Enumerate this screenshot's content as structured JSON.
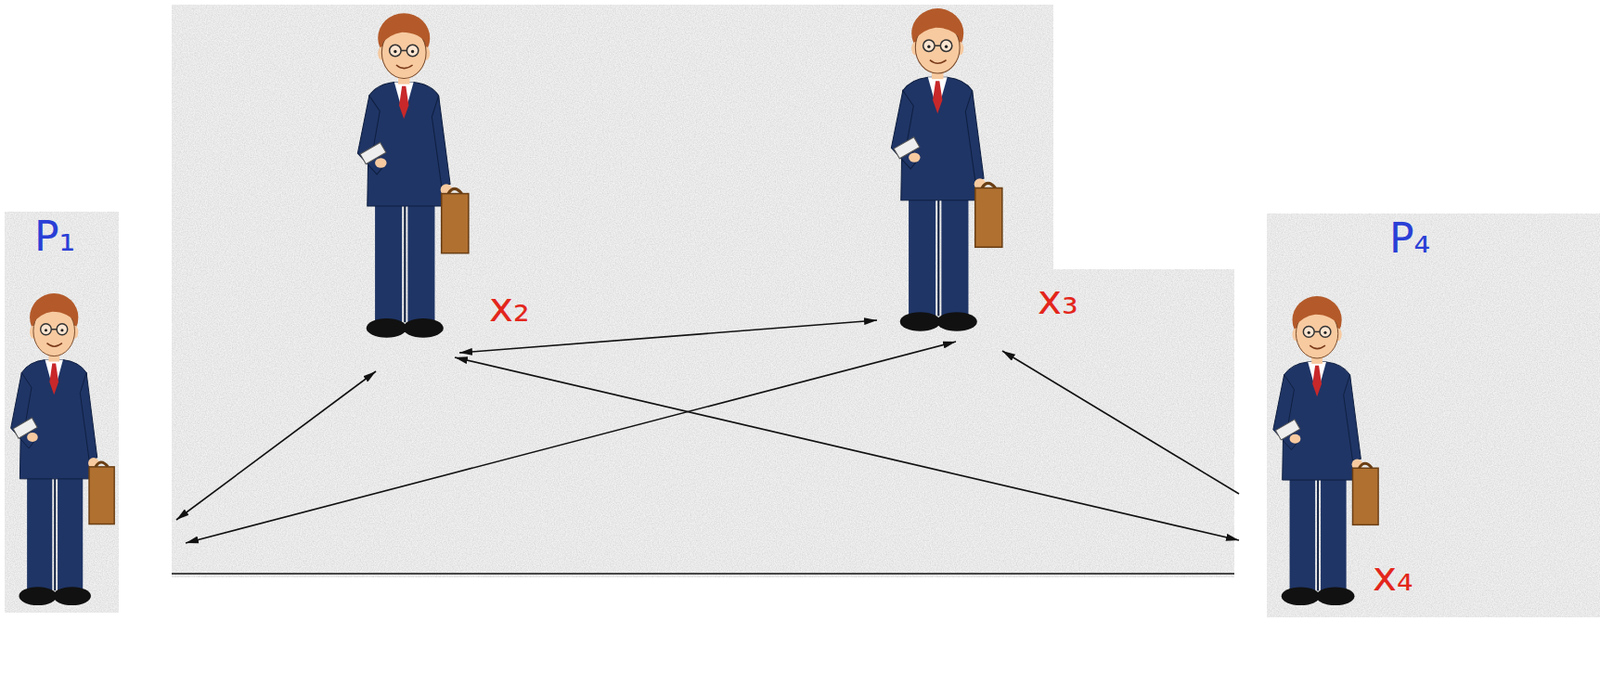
{
  "diagram": {
    "nodes": [
      {
        "text": [
          "P₁"
        ]
      },
      {
        "text": [
          "x₂"
        ]
      },
      {
        "text": [
          "x₃"
        ]
      },
      {
        "text": [
          "P₄",
          "x₄"
        ]
      }
    ],
    "edges": [
      {
        "from": 0,
        "to": 1,
        "arrow": "both"
      },
      {
        "from": 0,
        "to": 2,
        "arrow": "both"
      },
      {
        "from": 1,
        "to": 2,
        "arrow": "both"
      },
      {
        "from": 1,
        "to": 3,
        "arrow": "both"
      },
      {
        "from": 3,
        "to": 2,
        "arrow": "to"
      },
      {
        "from": 0,
        "to": 3,
        "arrow": "none"
      }
    ]
  }
}
